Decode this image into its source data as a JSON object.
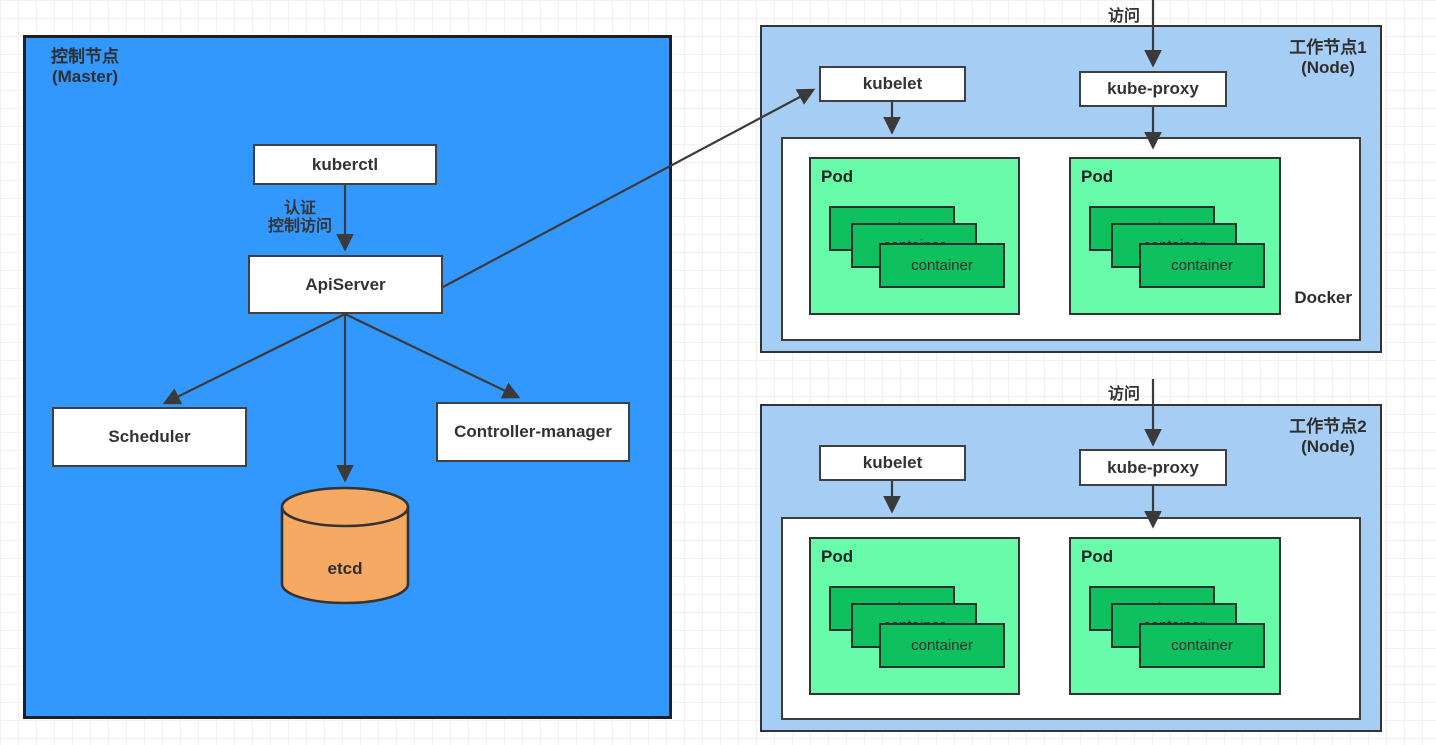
{
  "diagram": {
    "type": "kubernetes-architecture-diagram",
    "colors": {
      "master_fill": "#3398fe",
      "worker_fill": "#a6cdf4",
      "pod_fill": "#68fba9",
      "container_fill": "#0fc05e",
      "etcd_fill": "#f5a962",
      "component_fill": "#ffffff",
      "stroke": "#333333",
      "arrow": "#3a3a3a",
      "text": "#333333"
    }
  },
  "master": {
    "title_line1": "控制节点",
    "title_line2": "(Master)",
    "kuberctl_label": "kuberctl",
    "auth_label_line1": "认证",
    "auth_label_line2": "控制访问",
    "apiserver_label": "ApiServer",
    "scheduler_label": "Scheduler",
    "controller_manager_label": "Controller-manager",
    "etcd_label": "etcd"
  },
  "nodes": [
    {
      "title_line1": "工作节点1",
      "title_line2": "(Node)",
      "access_label": "访问",
      "kubelet_label": "kubelet",
      "kube_proxy_label": "kube-proxy",
      "docker_label": "Docker",
      "pods": [
        {
          "label": "Pod",
          "container": "container"
        },
        {
          "label": "Pod",
          "container": "container"
        }
      ]
    },
    {
      "title_line1": "工作节点2",
      "title_line2": "(Node)",
      "access_label": "访问",
      "kubelet_label": "kubelet",
      "kube_proxy_label": "kube-proxy",
      "pods": [
        {
          "label": "Pod",
          "container": "container"
        },
        {
          "label": "Pod",
          "container": "container"
        }
      ]
    }
  ]
}
